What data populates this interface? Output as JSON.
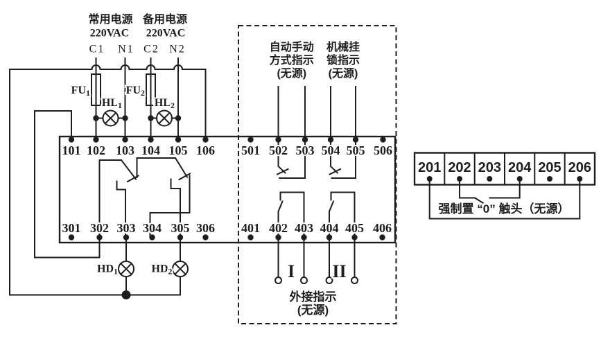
{
  "diagram": {
    "colors": {
      "ink": "#1f1c1c",
      "background": "#ffffff"
    },
    "power": {
      "main_label": "常用电源",
      "backup_label": "备用电源",
      "main_voltage": "220VAC",
      "backup_voltage": "220VAC",
      "terminals": [
        "C1",
        "N1",
        "C2",
        "N2"
      ]
    },
    "components": {
      "fu1": {
        "base": "FU",
        "sub": "1"
      },
      "fu2": {
        "base": "FU",
        "sub": "2"
      },
      "hl1": {
        "base": "HL",
        "sub": "1"
      },
      "hl2": {
        "base": "HL",
        "sub": "2"
      },
      "hd1": {
        "base": "HD",
        "sub": "1"
      },
      "hd2": {
        "base": "HD",
        "sub": "2"
      }
    },
    "terminal_rows": {
      "top_left": [
        "101",
        "102",
        "103",
        "104",
        "105",
        "106"
      ],
      "top_right": [
        "501",
        "502",
        "503",
        "504",
        "505",
        "506"
      ],
      "bottom_left": [
        "301",
        "302",
        "303",
        "304",
        "305",
        "306"
      ],
      "bottom_right": [
        "401",
        "402",
        "403",
        "404",
        "405",
        "406"
      ],
      "right_strip": [
        "201",
        "202",
        "203",
        "204",
        "205",
        "206"
      ]
    },
    "annotations": {
      "auto_manual_line1": "自动手动",
      "auto_manual_line2": "方式指示",
      "auto_manual_line3": "(无源)",
      "mech_lock_line1": "机械挂",
      "mech_lock_line2": "锁指示",
      "mech_lock_line3": "(无源)",
      "external_ind_line1": "外接指示",
      "external_ind_line2": "(无源)",
      "force_zero": "强制置 “0” 触头（无源）",
      "roman_1": "I",
      "roman_2": "II"
    }
  }
}
